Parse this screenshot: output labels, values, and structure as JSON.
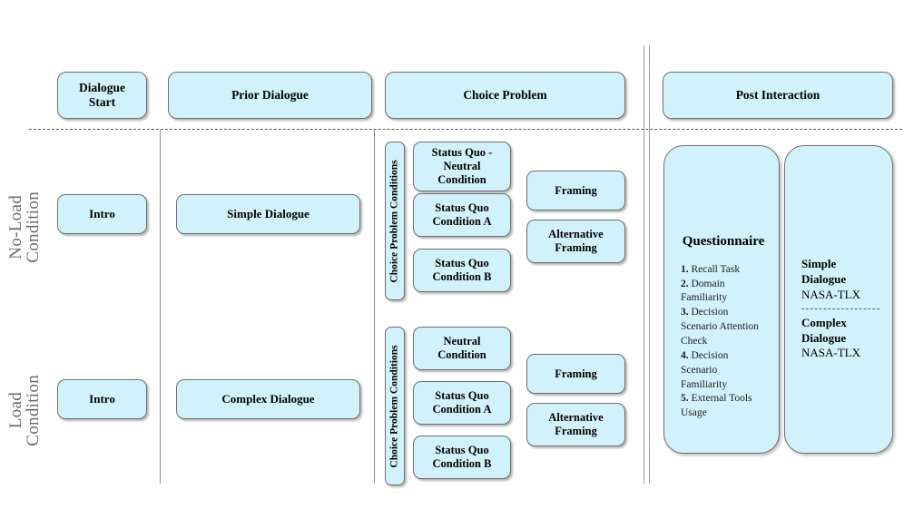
{
  "diagram": {
    "title": "Experiment flow diagram",
    "accent_fill": "#d2f2fb",
    "node_border": "#6f6f6f",
    "label_color": "#6b6b6b",
    "separator_color": "#8d8d8d"
  },
  "header": {
    "stages": [
      {
        "label": "Dialogue\nStart",
        "name": "dialogue-start"
      },
      {
        "label": "Prior Dialogue",
        "name": "prior-dialogue"
      },
      {
        "label": "Choice Problem",
        "name": "choice-problem"
      },
      {
        "label": "Post Interaction",
        "name": "post-interaction"
      }
    ]
  },
  "rows": {
    "no_load": {
      "label_line1": "No-Load",
      "label_line2": "Condition",
      "intro": "Intro",
      "prior_dialogue": "Simple Dialogue",
      "conditions_tab": "Choice Problem Conditions",
      "conditions": [
        "Status Quo -\nNeutral\nCondition",
        "Status Quo\nCondition A",
        "Status Quo\nCondition B"
      ],
      "framings": [
        "Framing",
        "Alternative\nFraming"
      ]
    },
    "load": {
      "label_line1": "Load",
      "label_line2": "Condition",
      "intro": "Intro",
      "prior_dialogue": "Complex Dialogue",
      "conditions_tab": "Choice Problem Conditions",
      "conditions": [
        "Neutral\nCondition",
        "Status Quo\nCondition A",
        "Status Quo\nCondition B"
      ],
      "framings": [
        "Framing",
        "Alternative\nFraming"
      ]
    }
  },
  "post_interaction": {
    "questionnaire": {
      "title": "Questionnaire",
      "items": [
        {
          "num": "1.",
          "text": "Recall Task"
        },
        {
          "num": "2.",
          "text": "Domain Familiarity"
        },
        {
          "num": "3.",
          "text": "Decision Scenario Attention Check"
        },
        {
          "num": "4.",
          "text": "Decision Scenario Familiarity"
        },
        {
          "num": "5.",
          "text": "External Tools Usage"
        }
      ]
    },
    "tlx": {
      "group1_bold": "Simple Dialogue",
      "group1_regular": "NASA-TLX",
      "group2_bold": "Complex Dialogue",
      "group2_regular": "NASA-TLX"
    }
  }
}
